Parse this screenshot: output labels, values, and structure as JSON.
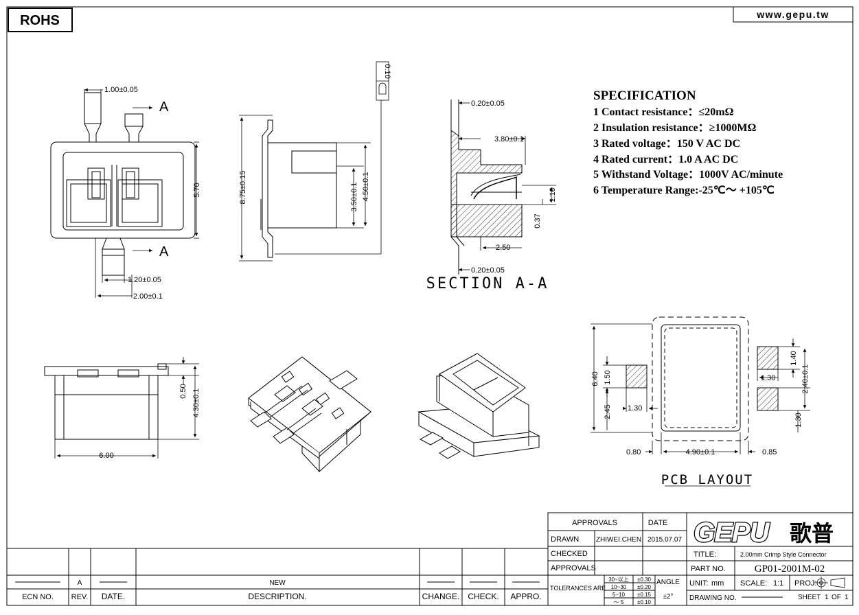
{
  "header": {
    "rohs_label": "ROHS",
    "website": "www.gepu.tw"
  },
  "drawing": {
    "front_view": {
      "dim_top_width": "1.00±0.05",
      "dim_height": "5.70",
      "dim_bottom_small": "1.20±0.05",
      "dim_pitch": "2.00±0.1",
      "section_marker_top": "A",
      "section_marker_bottom": "A"
    },
    "side_view": {
      "dim_total_height": "8.75±0.15",
      "dim_inner_a": "3.50±0.1",
      "dim_inner_b": "4.50±0.1",
      "flatness": "0.10"
    },
    "section_view": {
      "title": "SECTION A-A",
      "dim_top_thk": "0.20±0.05",
      "dim_depth": "3.80±0.1",
      "dim_gap": "1.10",
      "dim_offset": "0.37",
      "dim_base": "2.50",
      "dim_bottom_thk": "0.20±0.05"
    },
    "bottom_view": {
      "dim_flange": "0.50",
      "dim_height": "4.30±0.1",
      "dim_width": "6.00"
    },
    "pcb_layout": {
      "title": "PCB LAYOUT",
      "dim_outline_h": "6.40",
      "dim_pad_left_h": "1.50",
      "dim_pad_left_w": "1.30",
      "dim_lower": "2.45",
      "dim_left_margin": "0.80",
      "dim_body_w": "4.90±0.1",
      "dim_right_margin": "0.85",
      "dim_pad_right_h": "1.40",
      "dim_pad_right_w": "1.30",
      "dim_pad_pitch": "2.40±0.1",
      "dim_pad_lower": "1.30"
    }
  },
  "specification": {
    "heading": "SPECIFICATION",
    "items": [
      "1 Contact resistance：≤20mΩ",
      "2 Insulation resistance：≥1000MΩ",
      "3 Rated voltage：150 V AC DC",
      "4 Rated current：1.0 A AC DC",
      "5 Withstand Voltage：1000V AC/minute",
      "6 Temperature Range:-25℃～ +105℃"
    ]
  },
  "revision_table": {
    "row_rev": "A",
    "row_desc": "NEW",
    "headers": [
      "ECN NO.",
      "REV.",
      "DATE.",
      "DESCRIPTION.",
      "CHANGE.",
      "CHECK.",
      "APPRO."
    ]
  },
  "title_block": {
    "approvals_label": "APPROVALS",
    "date_label": "DATE",
    "drawn_label": "DRAWN",
    "drawn_name": "ZHIWEI.CHEN",
    "drawn_date": "2015.07.07",
    "checked_label": "CHECKED",
    "approvals_label2": "APPROVALS",
    "tolerances_label": "TOLERANCES ARE",
    "tol_rows": [
      {
        "range": "30~以上",
        "value": "±0.30"
      },
      {
        "range": "10~30",
        "value": "±0.20"
      },
      {
        "range": "5~10",
        "value": "±0.15"
      },
      {
        "range": "～ 5",
        "value": "±0.10"
      }
    ],
    "angle_label": "ANGLE",
    "angle_value": "±2°",
    "logo_text": "GEPU",
    "logo_cn": "歌普",
    "title_label": "TITLE:",
    "title_value": "2.00mm Crimp Style Connector",
    "part_label": "PART NO.",
    "part_value": "GP01-2001M-02",
    "unit_label": "UNIT:",
    "unit_value": "mm",
    "scale_label": "SCALE:",
    "scale_value": "1:1",
    "proj_label": "PROJ:",
    "drawing_no_label": "DRAWING NO.",
    "sheet_label": "SHEET",
    "sheet_value": "1",
    "of_label": "OF",
    "of_value": "1"
  }
}
